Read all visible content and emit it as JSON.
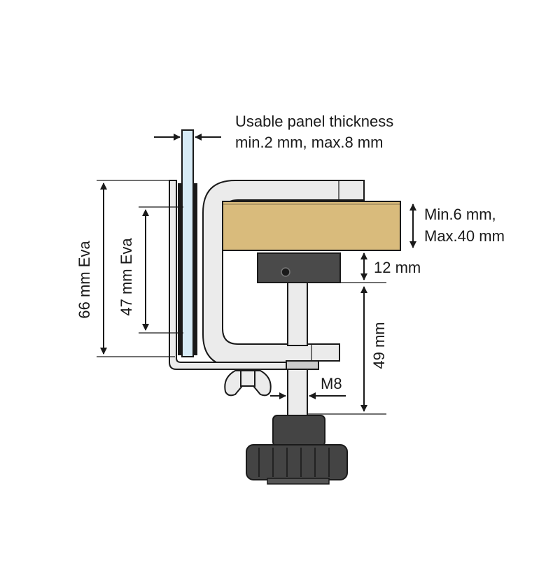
{
  "panel_thickness": {
    "line1": "Usable panel thickness",
    "line2": "min.2 mm, max.8 mm"
  },
  "table_thickness": {
    "line1": "Min.6 mm,",
    "line2": "Max.40 mm"
  },
  "dims": {
    "d66": "66 mm Eva",
    "d47": "47 mm Eva",
    "d12": "12 mm",
    "d49": "49 mm",
    "thread": "M8"
  },
  "colors": {
    "wood": "#d9bb7c",
    "panel": "#d7ebf6",
    "metal": "#ebebeb",
    "dark_part": "#4a4a4a",
    "knob": "#444444",
    "line": "#1a1a1a"
  }
}
